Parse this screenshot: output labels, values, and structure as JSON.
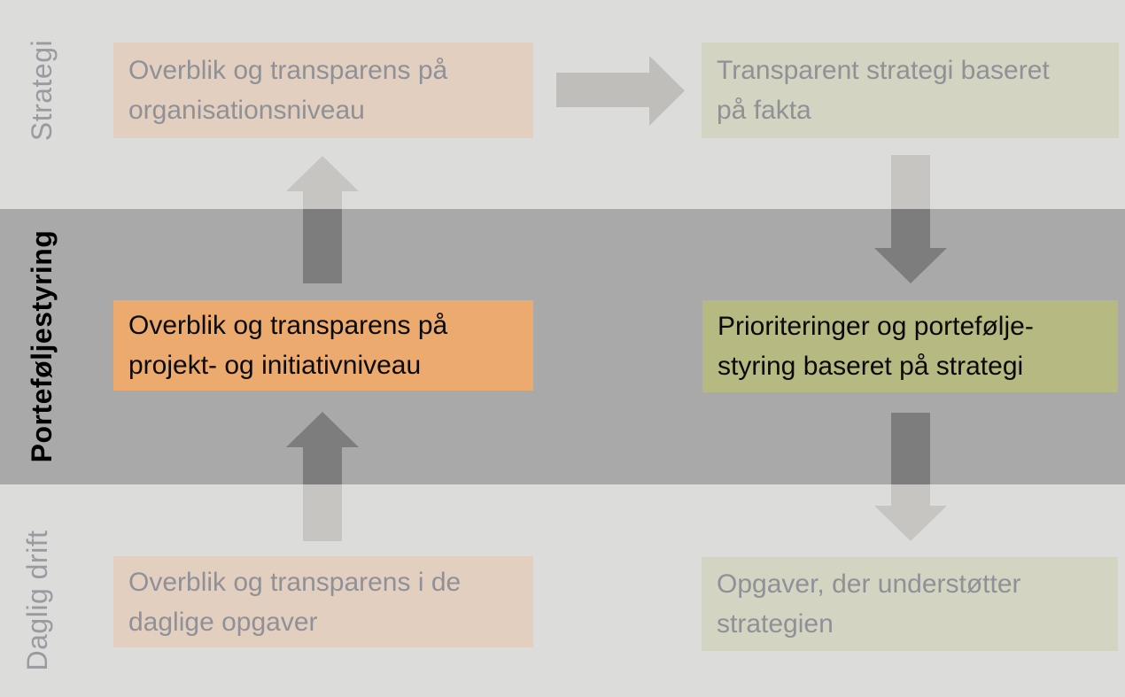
{
  "title": "Porteføljestyring diagram",
  "colors": {
    "band_light": "#dcdcdb",
    "band_dark": "#a9a9a9",
    "box_tan": "#e3cfc0",
    "box_sage": "#d3d4c2",
    "box_orange": "#ecaa6e",
    "box_olive": "#b7b983",
    "arrow_light": "#c6c5c1",
    "arrow_dark": "#7d7d7d",
    "arrow_horiz": "#bfbeba",
    "text_muted": "#8f9197",
    "text_dark": "#0a0a0a",
    "label_gray": "#9a9b9e",
    "label_dark": "#000000"
  },
  "bands": [
    {
      "id": "strategi",
      "label": "Strategi"
    },
    {
      "id": "portefoljestyring",
      "label": "Porteføljestyring"
    },
    {
      "id": "daglig-drift",
      "label": "Daglig drift"
    }
  ],
  "boxes": {
    "top_left": {
      "line1": "Overblik og transparens på",
      "line2": "organisationsniveau"
    },
    "top_right": {
      "line1": "Transparent strategi baseret",
      "line2": "på fakta"
    },
    "mid_left": {
      "line1": "Overblik og transparens på",
      "line2": "projekt- og initiativniveau"
    },
    "mid_right": {
      "line1": "Prioriteringer og portefølje-",
      "line2": "styring baseret på strategi"
    },
    "bottom_left": {
      "line1": "Overblik og transparens i de",
      "line2": "daglige opgaver"
    },
    "bottom_right": {
      "line1": "Opgaver, der understøtter",
      "line2": "strategien"
    }
  },
  "arrows": [
    {
      "id": "left-up-top",
      "direction": "up",
      "from": "mid_left",
      "to": "top_left"
    },
    {
      "id": "left-up-bottom",
      "direction": "up",
      "from": "bottom_left",
      "to": "mid_left"
    },
    {
      "id": "right-down-top",
      "direction": "down",
      "from": "top_right",
      "to": "mid_right"
    },
    {
      "id": "right-down-bottom",
      "direction": "down",
      "from": "mid_right",
      "to": "bottom_right"
    },
    {
      "id": "top-right-arrow",
      "direction": "right",
      "from": "top_left",
      "to": "top_right"
    }
  ]
}
